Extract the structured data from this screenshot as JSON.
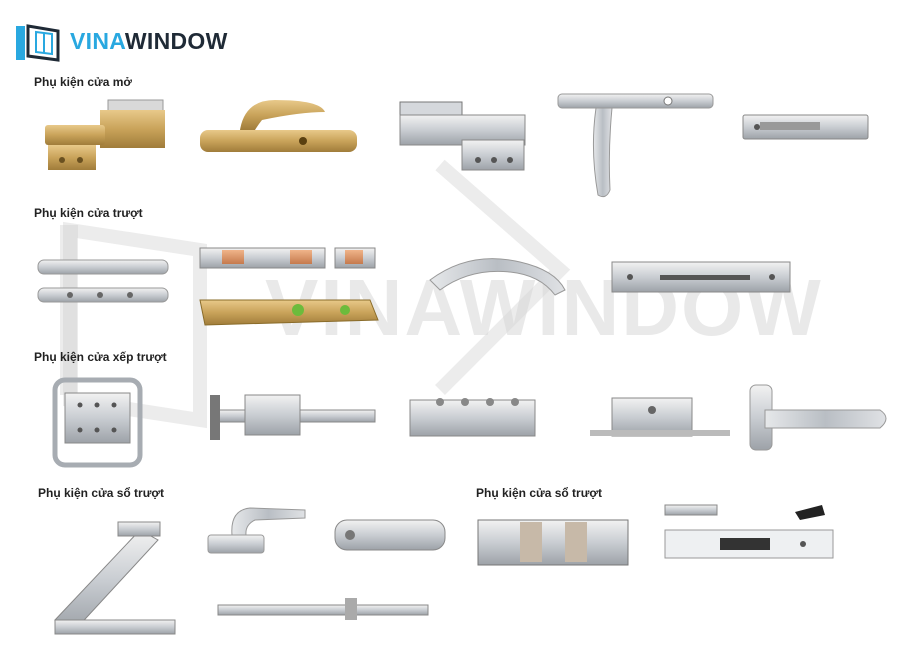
{
  "brand": {
    "name_part1": "VINA",
    "name_part2": "WINDOW",
    "watermark": "VINAWINDOW",
    "color_primary": "#29a8e0",
    "color_dark": "#1f2a36"
  },
  "sections": [
    {
      "label": "Phụ kiện cửa mở"
    },
    {
      "label": "Phụ kiện cửa trượt"
    },
    {
      "label": "Phụ kiện cửa xếp trượt"
    },
    {
      "label": "Phụ kiện cửa sổ trượt"
    },
    {
      "label": "Phụ kiện cửa sổ trượt"
    }
  ]
}
